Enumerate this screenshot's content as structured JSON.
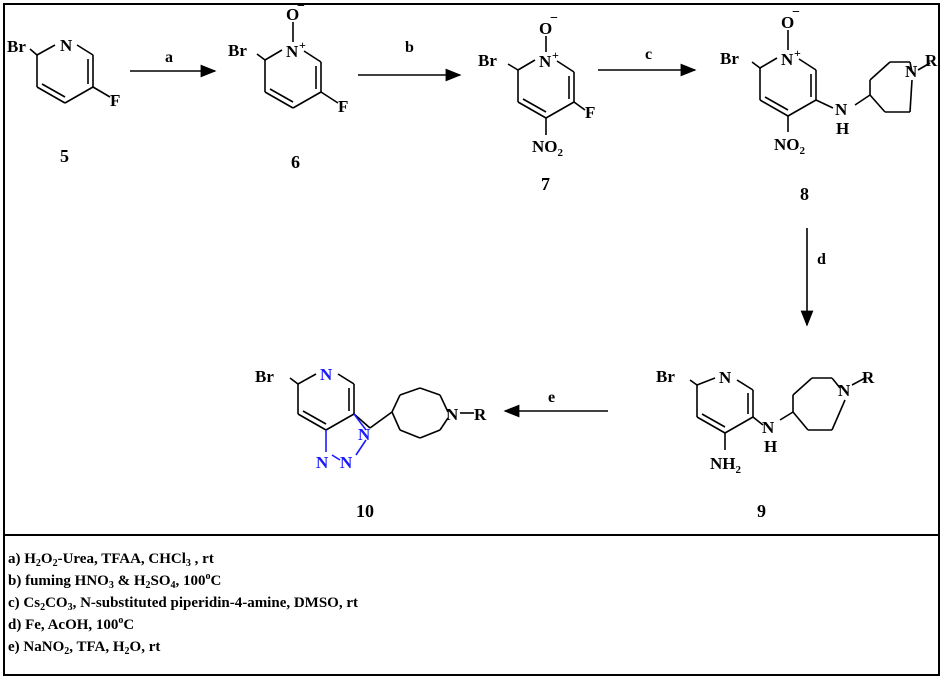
{
  "compounds": [
    {
      "id": "c5",
      "label": "5"
    },
    {
      "id": "c6",
      "label": "6"
    },
    {
      "id": "c7",
      "label": "7"
    },
    {
      "id": "c8",
      "label": "8"
    },
    {
      "id": "c9",
      "label": "9"
    },
    {
      "id": "c10",
      "label": "10"
    }
  ],
  "steps": {
    "a": "a",
    "b": "b",
    "c": "c",
    "d": "d",
    "e": "e"
  },
  "atoms": {
    "br": "Br",
    "n": "N",
    "f": "F",
    "o": "O",
    "minus": "−",
    "plus": "+",
    "nh_n": "N",
    "nh_h": "H",
    "r": "R",
    "no2_no": "NO",
    "no2_sub": "2",
    "nh2_nh": "NH",
    "nh2_sub": "2"
  },
  "colors": {
    "text": "#000000",
    "triazole": "#1a1aff"
  },
  "conditions": [
    {
      "key": "a",
      "parts": [
        [
          "t",
          "a) H"
        ],
        [
          "sub",
          "2"
        ],
        [
          "t",
          "O"
        ],
        [
          "sub",
          "2"
        ],
        [
          "t",
          "-Urea, TFAA, CHCl"
        ],
        [
          "sub",
          "3"
        ],
        [
          "t",
          " , rt"
        ]
      ]
    },
    {
      "key": "b",
      "parts": [
        [
          "t",
          "b) fuming HNO"
        ],
        [
          "sub",
          "3"
        ],
        [
          "t",
          " & H"
        ],
        [
          "sub",
          "2"
        ],
        [
          "t",
          "SO"
        ],
        [
          "sub",
          "4"
        ],
        [
          "t",
          ", 100"
        ],
        [
          "sup",
          "o"
        ],
        [
          "t",
          "C"
        ]
      ]
    },
    {
      "key": "c",
      "parts": [
        [
          "t",
          "c) Cs"
        ],
        [
          "sub",
          "2"
        ],
        [
          "t",
          "CO"
        ],
        [
          "sub",
          "3"
        ],
        [
          "t",
          ", N-substituted piperidin-4-amine, DMSO, rt"
        ]
      ]
    },
    {
      "key": "d",
      "parts": [
        [
          "t",
          "d) Fe, AcOH, 100"
        ],
        [
          "sup",
          "o"
        ],
        [
          "t",
          "C"
        ]
      ]
    },
    {
      "key": "e",
      "parts": [
        [
          "t",
          "e) NaNO"
        ],
        [
          "sub",
          "2"
        ],
        [
          "t",
          ", TFA, H"
        ],
        [
          "sub",
          "2"
        ],
        [
          "t",
          "O, rt"
        ]
      ]
    }
  ]
}
